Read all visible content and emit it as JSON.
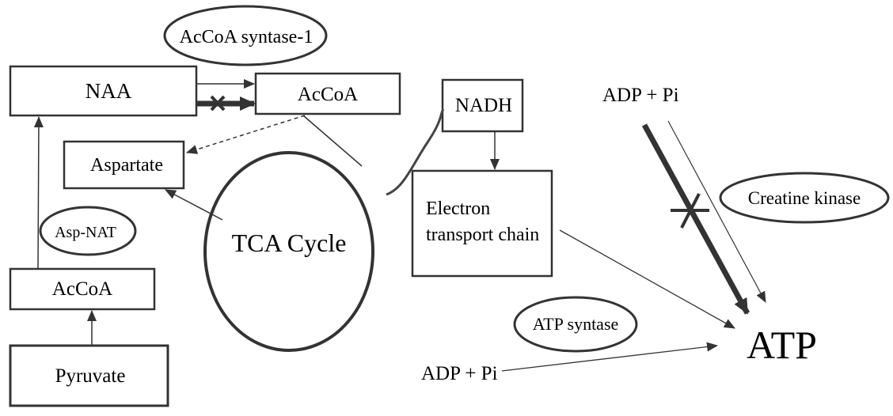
{
  "diagram": {
    "type": "metabolic-pathway",
    "colors": {
      "stroke": "#333333",
      "text": "#000000",
      "background": "#ffffff"
    },
    "nodes": {
      "naa": {
        "label": "NAA",
        "shape": "box"
      },
      "accoa_top": {
        "label": "AcCoA",
        "shape": "box"
      },
      "aspartate": {
        "label": "Aspartate",
        "shape": "box"
      },
      "accoa_bottom": {
        "label": "AcCoA",
        "shape": "box"
      },
      "pyruvate": {
        "label": "Pyruvate",
        "shape": "box"
      },
      "tca": {
        "label": "TCA Cycle",
        "shape": "circle"
      },
      "nadh": {
        "label": "NADH",
        "shape": "box"
      },
      "etc": {
        "label_line1": "Electron",
        "label_line2": "transport chain",
        "shape": "box"
      },
      "adp_pi_top": {
        "label": "ADP + Pi",
        "shape": "text"
      },
      "adp_pi_bottom": {
        "label": "ADP + Pi",
        "shape": "text"
      },
      "atp": {
        "label": "ATP",
        "shape": "text"
      }
    },
    "enzymes": {
      "accoa_syntase": {
        "label": "AcCoA syntase-1"
      },
      "asp_nat": {
        "label": "Asp-NAT"
      },
      "creatine_kinase": {
        "label": "Creatine kinase"
      },
      "atp_syntase": {
        "label": "ATP syntase"
      }
    },
    "edges": [
      {
        "from": "NAA",
        "to": "AcCoA",
        "style": "thin"
      },
      {
        "from": "NAA",
        "to": "AcCoA",
        "style": "thick",
        "blocked": true
      },
      {
        "from": "AcCoA",
        "to": "Aspartate",
        "style": "dashed"
      },
      {
        "from": "AcCoA",
        "to": "TCA Cycle",
        "style": "line"
      },
      {
        "from": "TCA Cycle",
        "to": "Aspartate",
        "style": "thin"
      },
      {
        "from": "TCA Cycle",
        "to": "NADH",
        "style": "curve"
      },
      {
        "from": "NADH",
        "to": "Electron transport chain",
        "style": "thin"
      },
      {
        "from": "Pyruvate",
        "to": "AcCoA",
        "style": "thin"
      },
      {
        "from": "AcCoA",
        "to": "NAA",
        "style": "thin",
        "enzyme": "Asp-NAT"
      },
      {
        "from": "Electron transport chain",
        "to": "ATP",
        "style": "thin"
      },
      {
        "from": "ADP + Pi",
        "to": "ATP",
        "style": "thick",
        "blocked": true,
        "enzyme": "Creatine kinase"
      },
      {
        "from": "ADP + Pi",
        "to": "ATP",
        "style": "thin",
        "enzyme": "Creatine kinase"
      },
      {
        "from": "ADP + Pi",
        "to": "ATP",
        "style": "thin",
        "enzyme": "ATP syntase"
      }
    ]
  }
}
